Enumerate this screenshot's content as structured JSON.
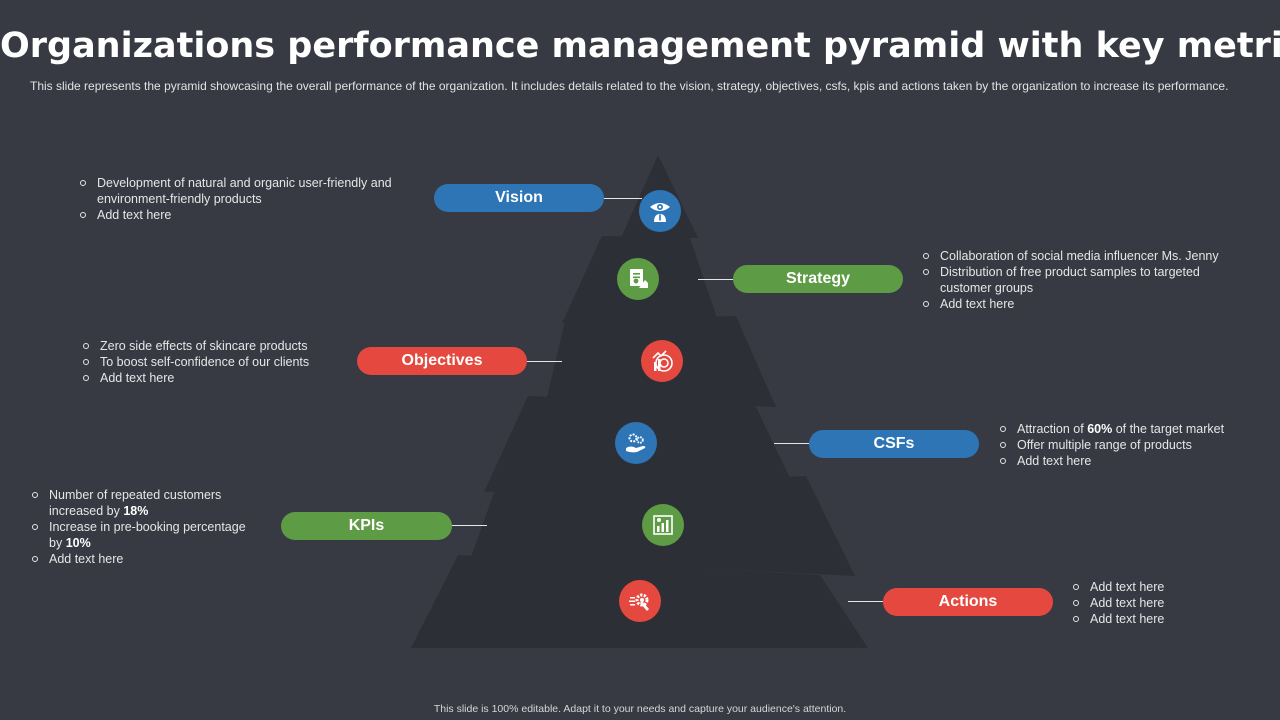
{
  "title": "Organizations performance management pyramid with key metrics",
  "subtitle": "This slide represents the pyramid showcasing the overall performance of the organization. It includes details related to the vision, strategy, objectives, csfs, kpis and actions taken by the organization to increase its performance.",
  "footer": "This slide is 100% editable. Adapt it to your needs and capture your audience's attention.",
  "colors": {
    "blue": "#2e75b6",
    "green": "#5e9b45",
    "red": "#e5483f",
    "pyramid": "#2d2f36",
    "background": "#373a42"
  },
  "levels": [
    {
      "label": "Vision",
      "color": "#2e75b6",
      "icon": "eye-user-icon",
      "bullets": [
        {
          "pre": "Development of natural and organic user-friendly and",
          "bold": "",
          "post": ""
        },
        {
          "pre": "environment-friendly products",
          "bold": "",
          "post": "",
          "continuation": true
        },
        {
          "pre": "Add text here",
          "bold": "",
          "post": ""
        }
      ]
    },
    {
      "label": "Strategy",
      "color": "#5e9b45",
      "icon": "strategy-document-icon",
      "bullets": [
        {
          "pre": "Collaboration of social media influencer Ms. Jenny",
          "bold": "",
          "post": ""
        },
        {
          "pre": "Distribution of free product samples to targeted",
          "bold": "",
          "post": ""
        },
        {
          "pre": "customer groups",
          "bold": "",
          "post": "",
          "continuation": true
        },
        {
          "pre": "Add text here",
          "bold": "",
          "post": ""
        }
      ]
    },
    {
      "label": "Objectives",
      "color": "#e5483f",
      "icon": "target-chart-icon",
      "bullets": [
        {
          "pre": "Zero side effects of skincare products",
          "bold": "",
          "post": ""
        },
        {
          "pre": "To boost self-confidence of our clients",
          "bold": "",
          "post": ""
        },
        {
          "pre": "Add text here",
          "bold": "",
          "post": ""
        }
      ]
    },
    {
      "label": "CSFs",
      "color": "#2e75b6",
      "icon": "hand-gears-icon",
      "bullets": [
        {
          "pre": "Attraction of ",
          "bold": "60%",
          "post": " of the target market"
        },
        {
          "pre": "Offer multiple range of products",
          "bold": "",
          "post": ""
        },
        {
          "pre": "Add text here",
          "bold": "",
          "post": ""
        }
      ]
    },
    {
      "label": "KPIs",
      "color": "#5e9b45",
      "icon": "kpi-chart-icon",
      "bullets": [
        {
          "pre": "Number of repeated customers",
          "bold": "",
          "post": ""
        },
        {
          "pre": "increased by ",
          "bold": "18%",
          "post": "",
          "continuation": true
        },
        {
          "pre": "Increase in pre-booking percentage",
          "bold": "",
          "post": ""
        },
        {
          "pre": "by ",
          "bold": "10%",
          "post": "",
          "continuation": true
        },
        {
          "pre": "Add text here",
          "bold": "",
          "post": ""
        }
      ]
    },
    {
      "label": "Actions",
      "color": "#e5483f",
      "icon": "action-gear-icon",
      "bullets": [
        {
          "pre": "Add text here",
          "bold": "",
          "post": ""
        },
        {
          "pre": "Add text here",
          "bold": "",
          "post": ""
        },
        {
          "pre": "Add text here",
          "bold": "",
          "post": ""
        }
      ]
    }
  ]
}
